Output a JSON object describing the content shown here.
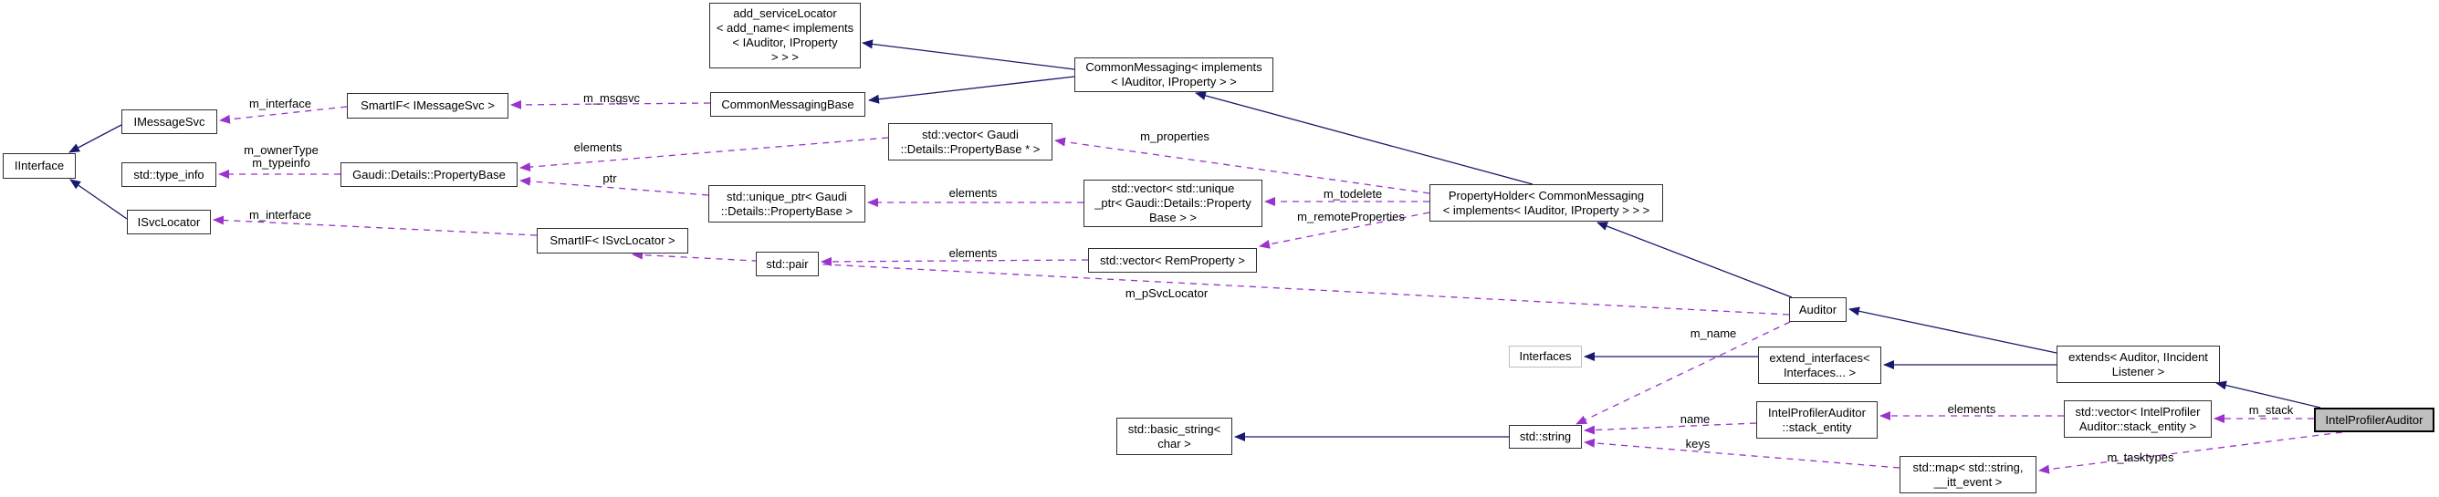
{
  "diagram": {
    "type": "doxygen-collaboration-graph",
    "highlighted_node": "IntelProfilerAuditor",
    "colors": {
      "inheritance_edge": "#191970",
      "usage_edge": "#9a32cd",
      "node_background": "#ffffff",
      "node_border": "#303030",
      "highlight_node_background": "#bfbfbf",
      "undocumented_node_border": "#bdbdbd"
    },
    "nodes": {
      "add_service_locator": {
        "label": "add_serviceLocator\n< add_name< implements\n< IAuditor, IProperty\n> > >"
      },
      "common_messaging": {
        "label": "CommonMessaging< implements\n< IAuditor, IProperty > >"
      },
      "imessage_svc": {
        "label": "IMessageSvc"
      },
      "smartif_imessage_svc": {
        "label": "SmartIF< IMessageSvc >"
      },
      "common_messaging_base": {
        "label": "CommonMessagingBase"
      },
      "iinterface": {
        "label": "IInterface"
      },
      "std_type_info": {
        "label": "std::type_info"
      },
      "gaudi_property_base": {
        "label": "Gaudi::Details::PropertyBase"
      },
      "std_vector_property_base_ptr": {
        "label": "std::vector< Gaudi\n::Details::PropertyBase * >"
      },
      "property_holder": {
        "label": "PropertyHolder< CommonMessaging\n< implements< IAuditor, IProperty > > >"
      },
      "std_unique_ptr_property_base": {
        "label": "std::unique_ptr< Gaudi\n::Details::PropertyBase >"
      },
      "std_vector_unique_ptr": {
        "label": "std::vector< std::unique\n_ptr< Gaudi::Details::Property\nBase > >"
      },
      "isvc_locator": {
        "label": "ISvcLocator"
      },
      "smartif_isvc_locator": {
        "label": "SmartIF< ISvcLocator >"
      },
      "std_pair": {
        "label": "std::pair"
      },
      "std_vector_rem_property": {
        "label": "std::vector< RemProperty >"
      },
      "auditor": {
        "label": "Auditor"
      },
      "interfaces": {
        "label": "Interfaces"
      },
      "extend_interfaces": {
        "label": "extend_interfaces<\nInterfaces... >"
      },
      "extends_auditor": {
        "label": "extends< Auditor, IIncident\nListener >"
      },
      "std_basic_string": {
        "label": "std::basic_string<\nchar >"
      },
      "std_string": {
        "label": "std::string"
      },
      "stack_entity": {
        "label": "IntelProfilerAuditor\n::stack_entity"
      },
      "std_vector_stack_entity": {
        "label": "std::vector< IntelProfiler\nAuditor::stack_entity >"
      },
      "std_map_itt_event": {
        "label": "std::map< std::string,\n__itt_event >"
      },
      "intel_profiler_auditor": {
        "label": "IntelProfilerAuditor"
      }
    },
    "edge_labels": {
      "m_interface_msgsvc": "m_interface",
      "m_msgsvc": "m_msgsvc",
      "m_owner_type_typeinfo": "m_ownerType\nm_typeinfo",
      "elements_vector_pb": "elements",
      "ptr": "ptr",
      "m_properties": "m_properties",
      "elements_unique": "elements",
      "m_todelete": "m_todelete",
      "m_remote_properties": "m_remoteProperties",
      "elements_pair": "elements",
      "m_psvclocator": "m_pSvcLocator",
      "m_interface_svc": "m_interface",
      "m_name": "m_name",
      "name": "name",
      "keys": "keys",
      "elements_stack": "elements",
      "m_stack": "m_stack",
      "m_tasktypes": "m_tasktypes"
    }
  }
}
